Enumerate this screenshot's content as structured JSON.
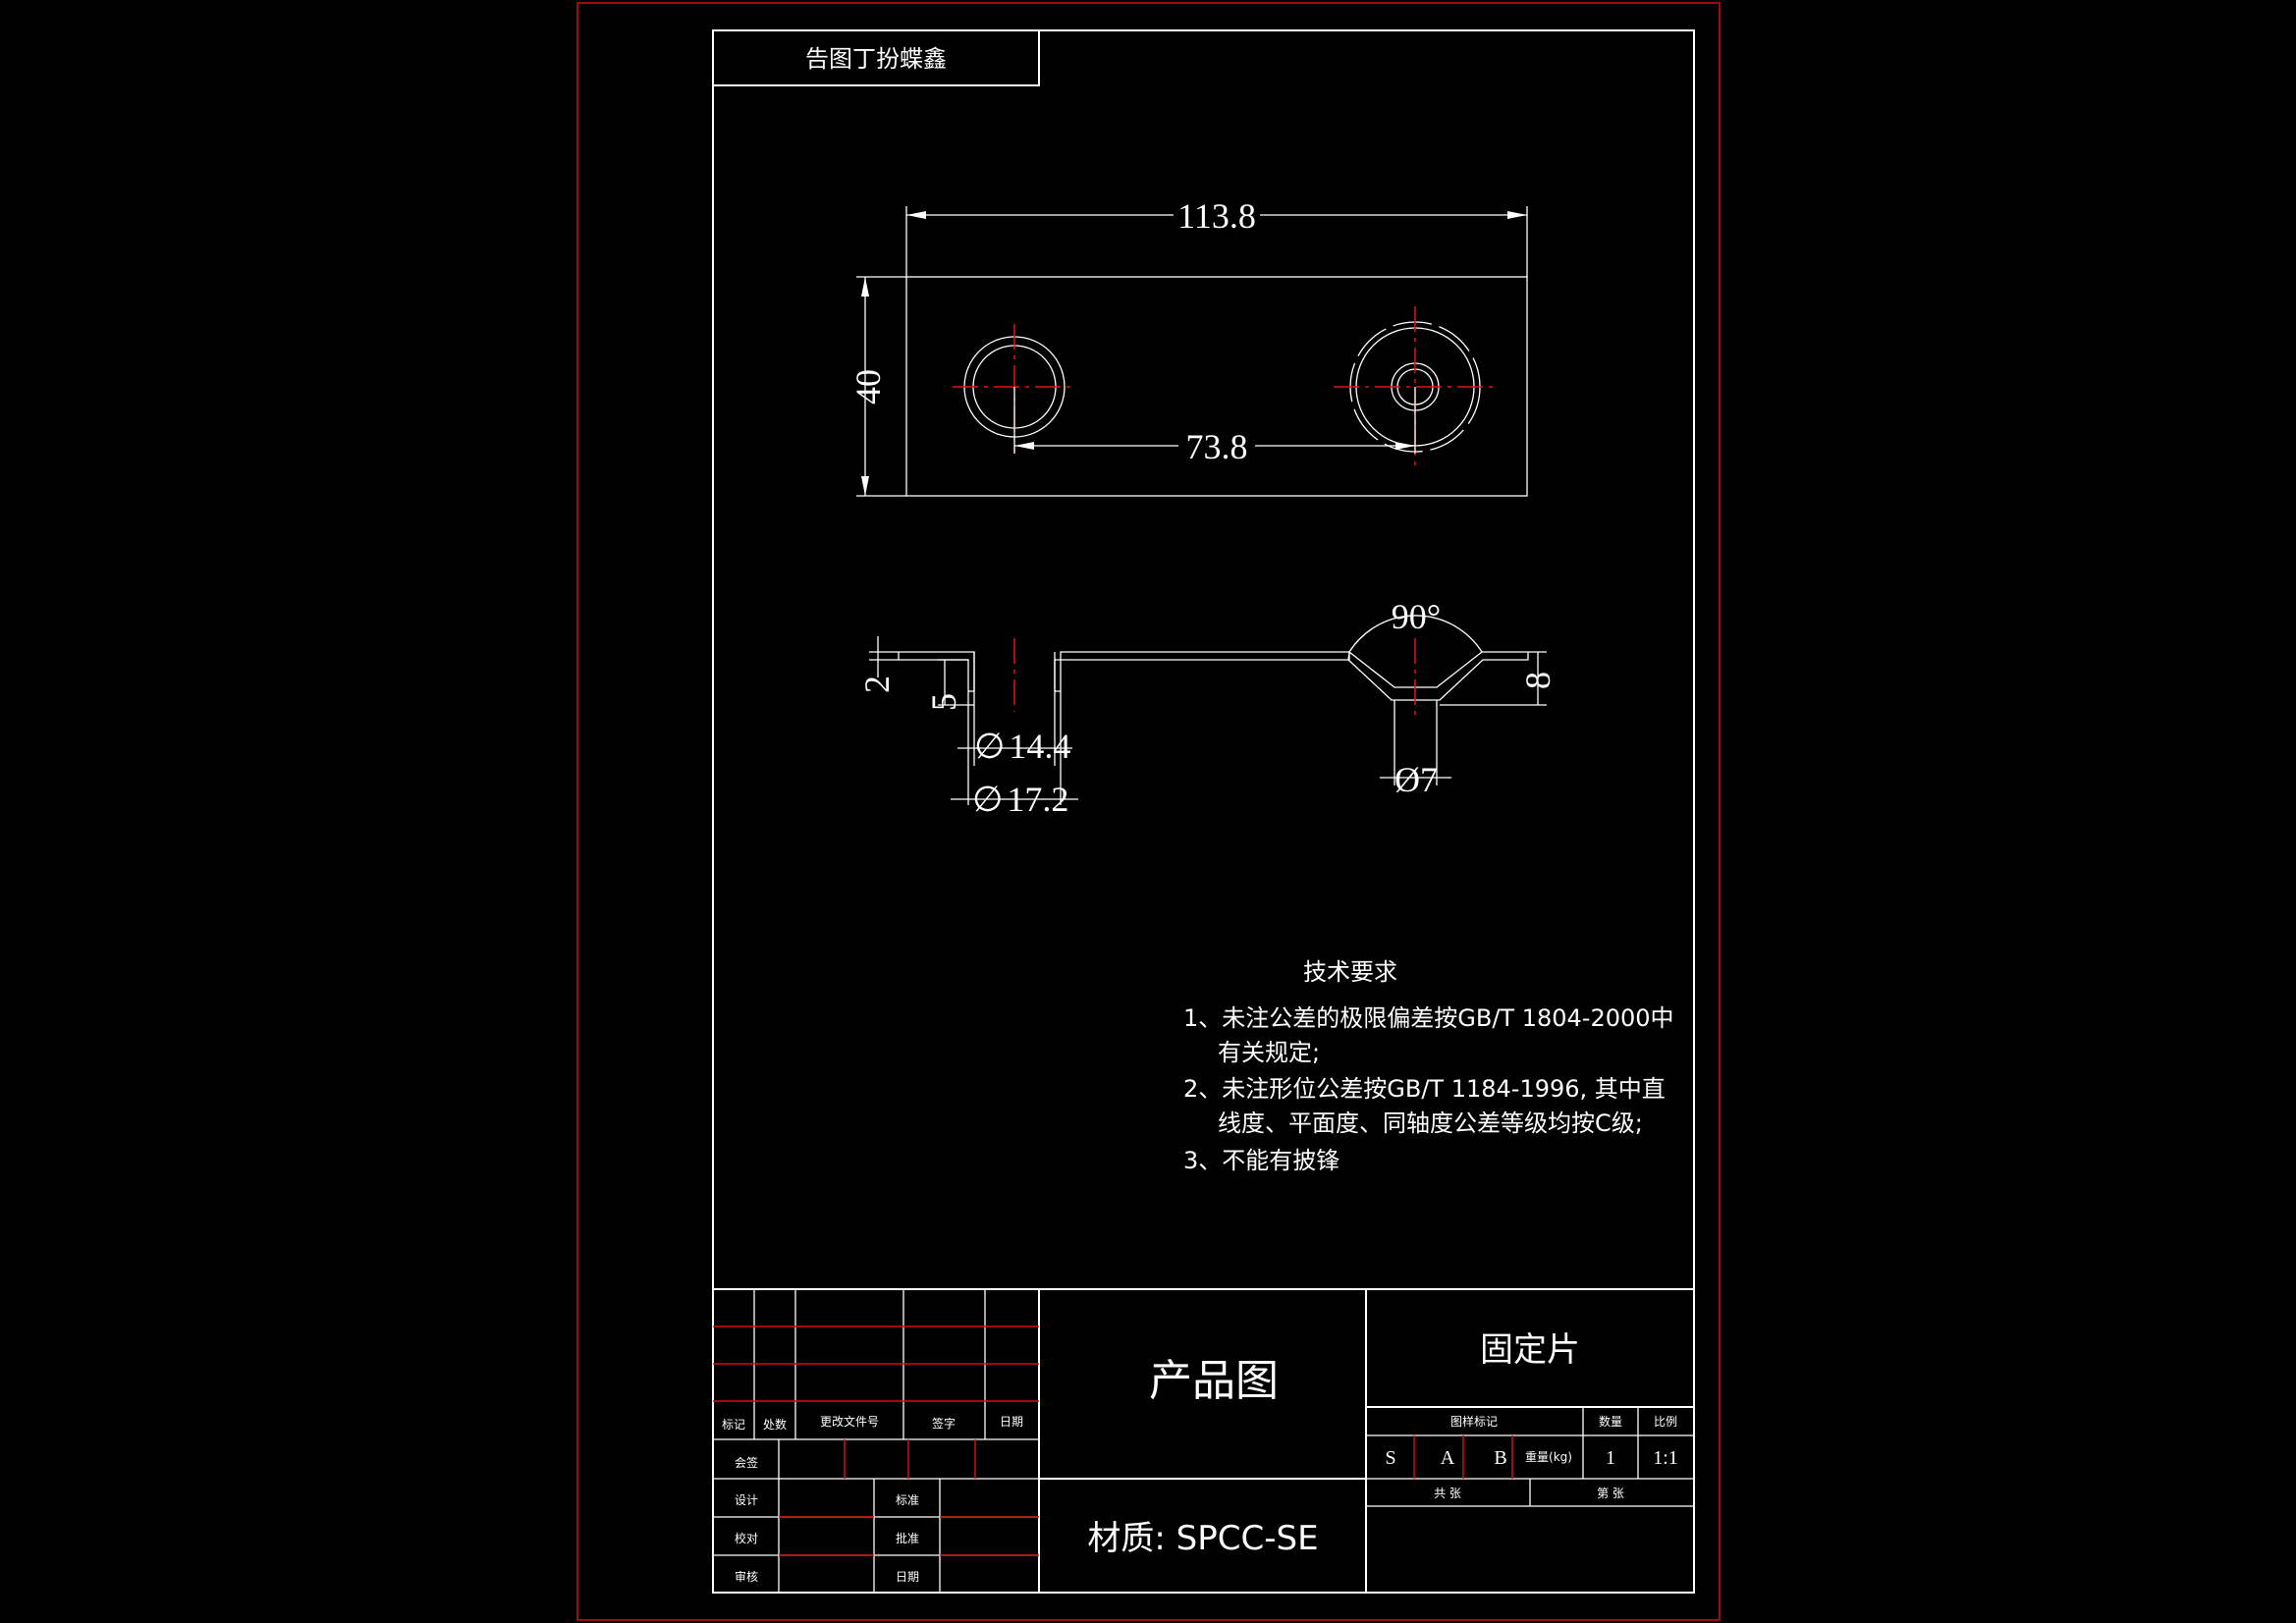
{
  "stamp": "告图丁扮蝶鑫",
  "dimensions": {
    "length": "113.8",
    "height": "40",
    "hole_spacing": "73.8",
    "angle": "90°",
    "thickness": "2",
    "flange_height": "5",
    "countersink_depth": "8",
    "inner_dia": "14.4",
    "outer_dia": "17.2",
    "small_dia": "Ø7",
    "dia_symbol": "∅"
  },
  "tech_requirements": {
    "title": "技术要求",
    "lines": [
      "1、未注公差的极限偏差按GB/T 1804-2000中",
      "有关规定;",
      "2、未注形位公差按GB/T 1184-1996, 其中直",
      "线度、平面度、同轴度公差等级均按C级;",
      "3、不能有披锋"
    ]
  },
  "title_block": {
    "drawing_type": "产品图",
    "part_name": "固定片",
    "material": "材质: SPCC-SE",
    "rev_headers": [
      "标记",
      "处数",
      "更改文件号",
      "签字",
      "日期"
    ],
    "sign_labels": {
      "huiqian": "会签",
      "sheji": "设计",
      "jiaodui": "校对",
      "shenhe": "审核",
      "biaozhun": "标准",
      "pizhun": "批准",
      "riqi": "日期"
    },
    "stage_label": "图样标记",
    "qty_label": "数量",
    "scale_label": "比例",
    "stages": [
      "S",
      "A",
      "B"
    ],
    "weight_label": "重量(kg)",
    "qty": "1",
    "scale": "1:1",
    "sheets_total": "共 张",
    "sheet_no": "第 张"
  }
}
